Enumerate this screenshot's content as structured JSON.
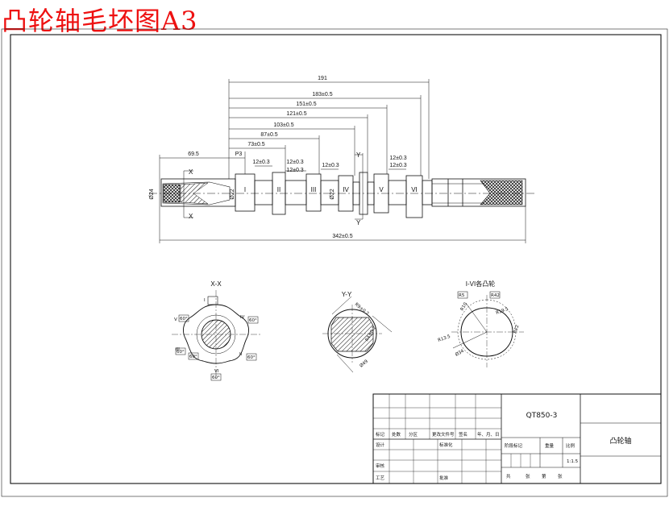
{
  "header": {
    "title": "凸轮轴毛坯图A3"
  },
  "shaft": {
    "dims_top": [
      "191",
      "183±0.5",
      "151±0.5",
      "121±0.5",
      "103±0.5",
      "87±0.5",
      "73±0.5",
      "P3"
    ],
    "dims_mid": [
      "69.5",
      "12±0.3",
      "12±0.3",
      "12±0.3",
      "12±0.3",
      "12±0.3",
      "12±0.3"
    ],
    "dims_bottom": "342±0.5",
    "diameters": [
      "Ø24",
      "Ø22",
      "Ø22"
    ],
    "section_marks": [
      "X",
      "X",
      "Y",
      "Y"
    ],
    "journal_labels": [
      "I",
      "II",
      "III",
      "IV",
      "V",
      "VI"
    ]
  },
  "views": {
    "xx": {
      "title": "X-X",
      "labels": [
        "I",
        "II",
        "III",
        "IV",
        "V",
        "VI"
      ],
      "boxes": [
        "60°",
        "60°",
        "60°",
        "60°",
        "60°",
        "60°"
      ]
    },
    "yy": {
      "title": "Y-Y",
      "dims": [
        "R9±0.2",
        "R4±0.2",
        "Ø49"
      ]
    },
    "iv": {
      "title": "I-VI各凸轮",
      "dims": [
        "R5",
        "R42",
        "R10",
        "R19.5",
        "R22",
        "R13.5",
        "Ø34"
      ]
    }
  },
  "title_block": {
    "code": "QT850-3",
    "name": "凸轮轴",
    "row_labels": [
      "标记",
      "处数",
      "分区",
      "更改文件号",
      "签名",
      "年、月、日"
    ],
    "left_labels": [
      "设计",
      "标准化",
      "审核",
      "工艺",
      "批准"
    ],
    "mid_labels": [
      "阶段标记",
      "重量",
      "比例"
    ],
    "scale": "1:1.5",
    "sheet": [
      "共",
      "张",
      "第",
      "张"
    ]
  }
}
